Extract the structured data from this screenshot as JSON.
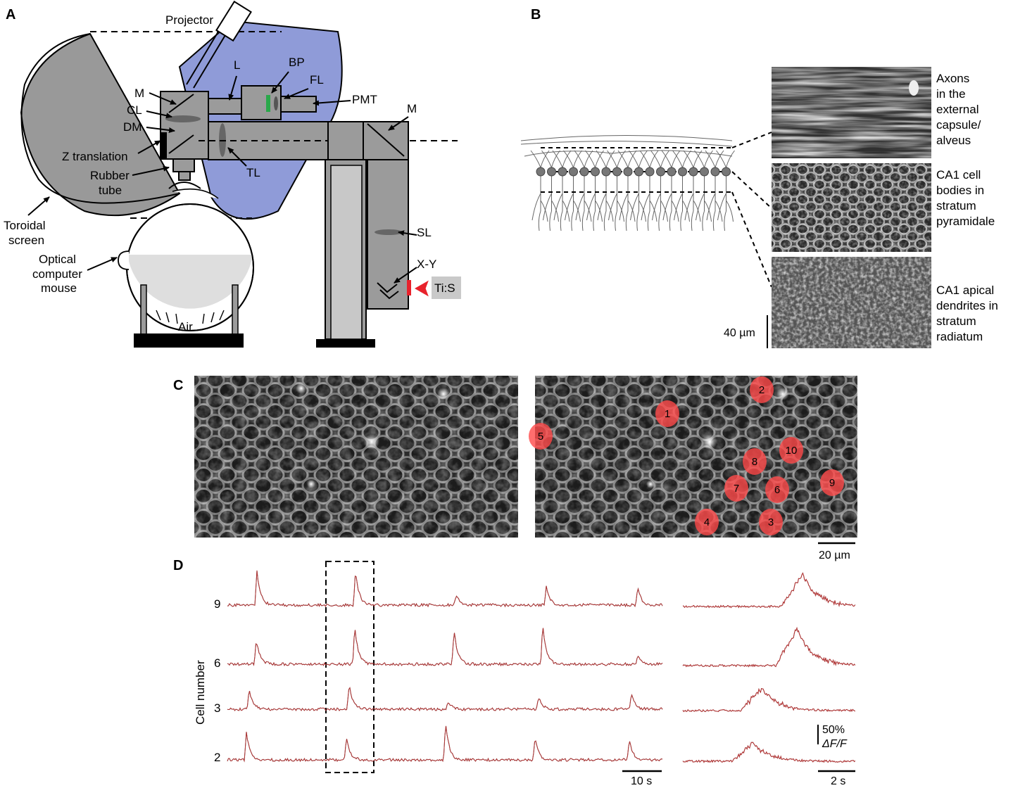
{
  "panels": {
    "a": "A",
    "b": "B",
    "c": "C",
    "d": "D"
  },
  "panel_a": {
    "projector": "Projector",
    "l": "L",
    "bp": "BP",
    "fl": "FL",
    "pmt": "PMT",
    "m_left": "M",
    "cl": "CL",
    "dm": "DM",
    "z_translation": "Z translation",
    "rubber_tube": [
      "Rubber",
      "tube"
    ],
    "tl": "TL",
    "m_right": "M",
    "toroidal_screen": [
      "Toroidal",
      "screen"
    ],
    "optical_mouse": [
      "Optical",
      "computer",
      "mouse"
    ],
    "air": "Air",
    "sl": "SL",
    "xy": "X-Y",
    "tis": "Ti:S"
  },
  "panel_b": {
    "labels": [
      [
        "Axons",
        "in the",
        "external",
        "capsule/",
        "alveus"
      ],
      [
        "CA1 cell",
        "bodies in",
        "stratum",
        "pyramidale"
      ],
      [
        "CA1 apical",
        "dendrites in",
        "stratum",
        "radiatum"
      ]
    ],
    "scale": "40 µm"
  },
  "panel_c": {
    "cells": [
      "1",
      "2",
      "3",
      "4",
      "5",
      "6",
      "7",
      "8",
      "9",
      "10"
    ],
    "scale": "20 µm"
  },
  "panel_d": {
    "ylabel": "Cell number",
    "rows": [
      "9",
      "6",
      "3",
      "2"
    ],
    "scale_time_main": "10 s",
    "scale_time_zoom": "2 s",
    "scale_amp": [
      "50%",
      "ΔF/F"
    ]
  },
  "colors": {
    "blue": "#8f9bd8",
    "gray": "#9b9b9b",
    "trace": "#e23a3a",
    "cell": "#ff4a4a",
    "green": "#2aa84a",
    "red": "#e8222c"
  }
}
